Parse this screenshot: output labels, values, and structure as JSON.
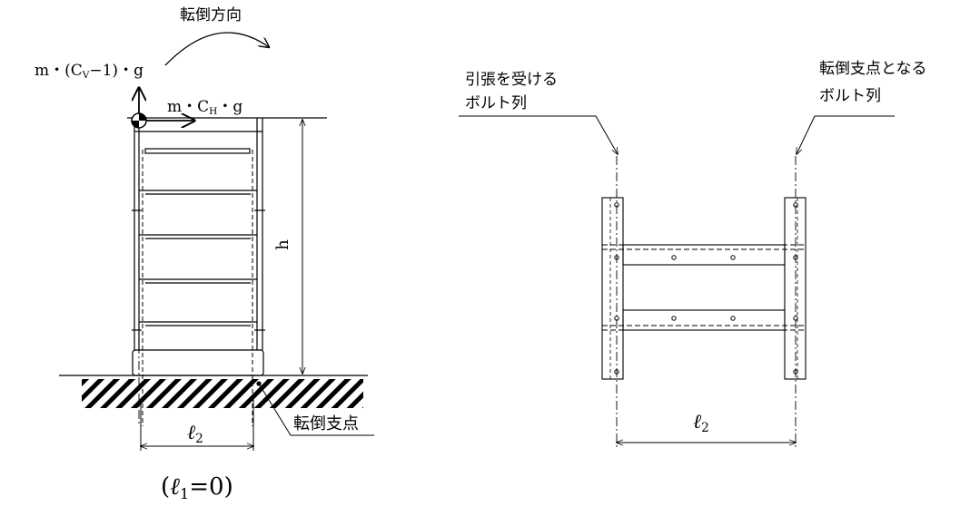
{
  "left_figure": {
    "direction_label": "転倒方向",
    "force_vertical": {
      "prefix": "m・(C",
      "sub": "V",
      "suffix": "−1)・g"
    },
    "force_horizontal": {
      "prefix": "m・C",
      "sub": "H",
      "suffix": "・g"
    },
    "height_label": "h",
    "distance_label": {
      "symbol": "ℓ",
      "sub": "2"
    },
    "pivot_label": "転倒支点",
    "condition": {
      "open": "(",
      "symbol": "ℓ",
      "sub": "1",
      "rest": "=0)"
    }
  },
  "right_figure": {
    "tension_label": [
      "引張を受ける",
      "ボルト列"
    ],
    "pivot_label": [
      "転倒支点となる",
      "ボルト列"
    ],
    "distance_label": {
      "symbol": "ℓ",
      "sub": "2"
    }
  },
  "colors": {
    "line": "#000000",
    "background": "#ffffff"
  }
}
